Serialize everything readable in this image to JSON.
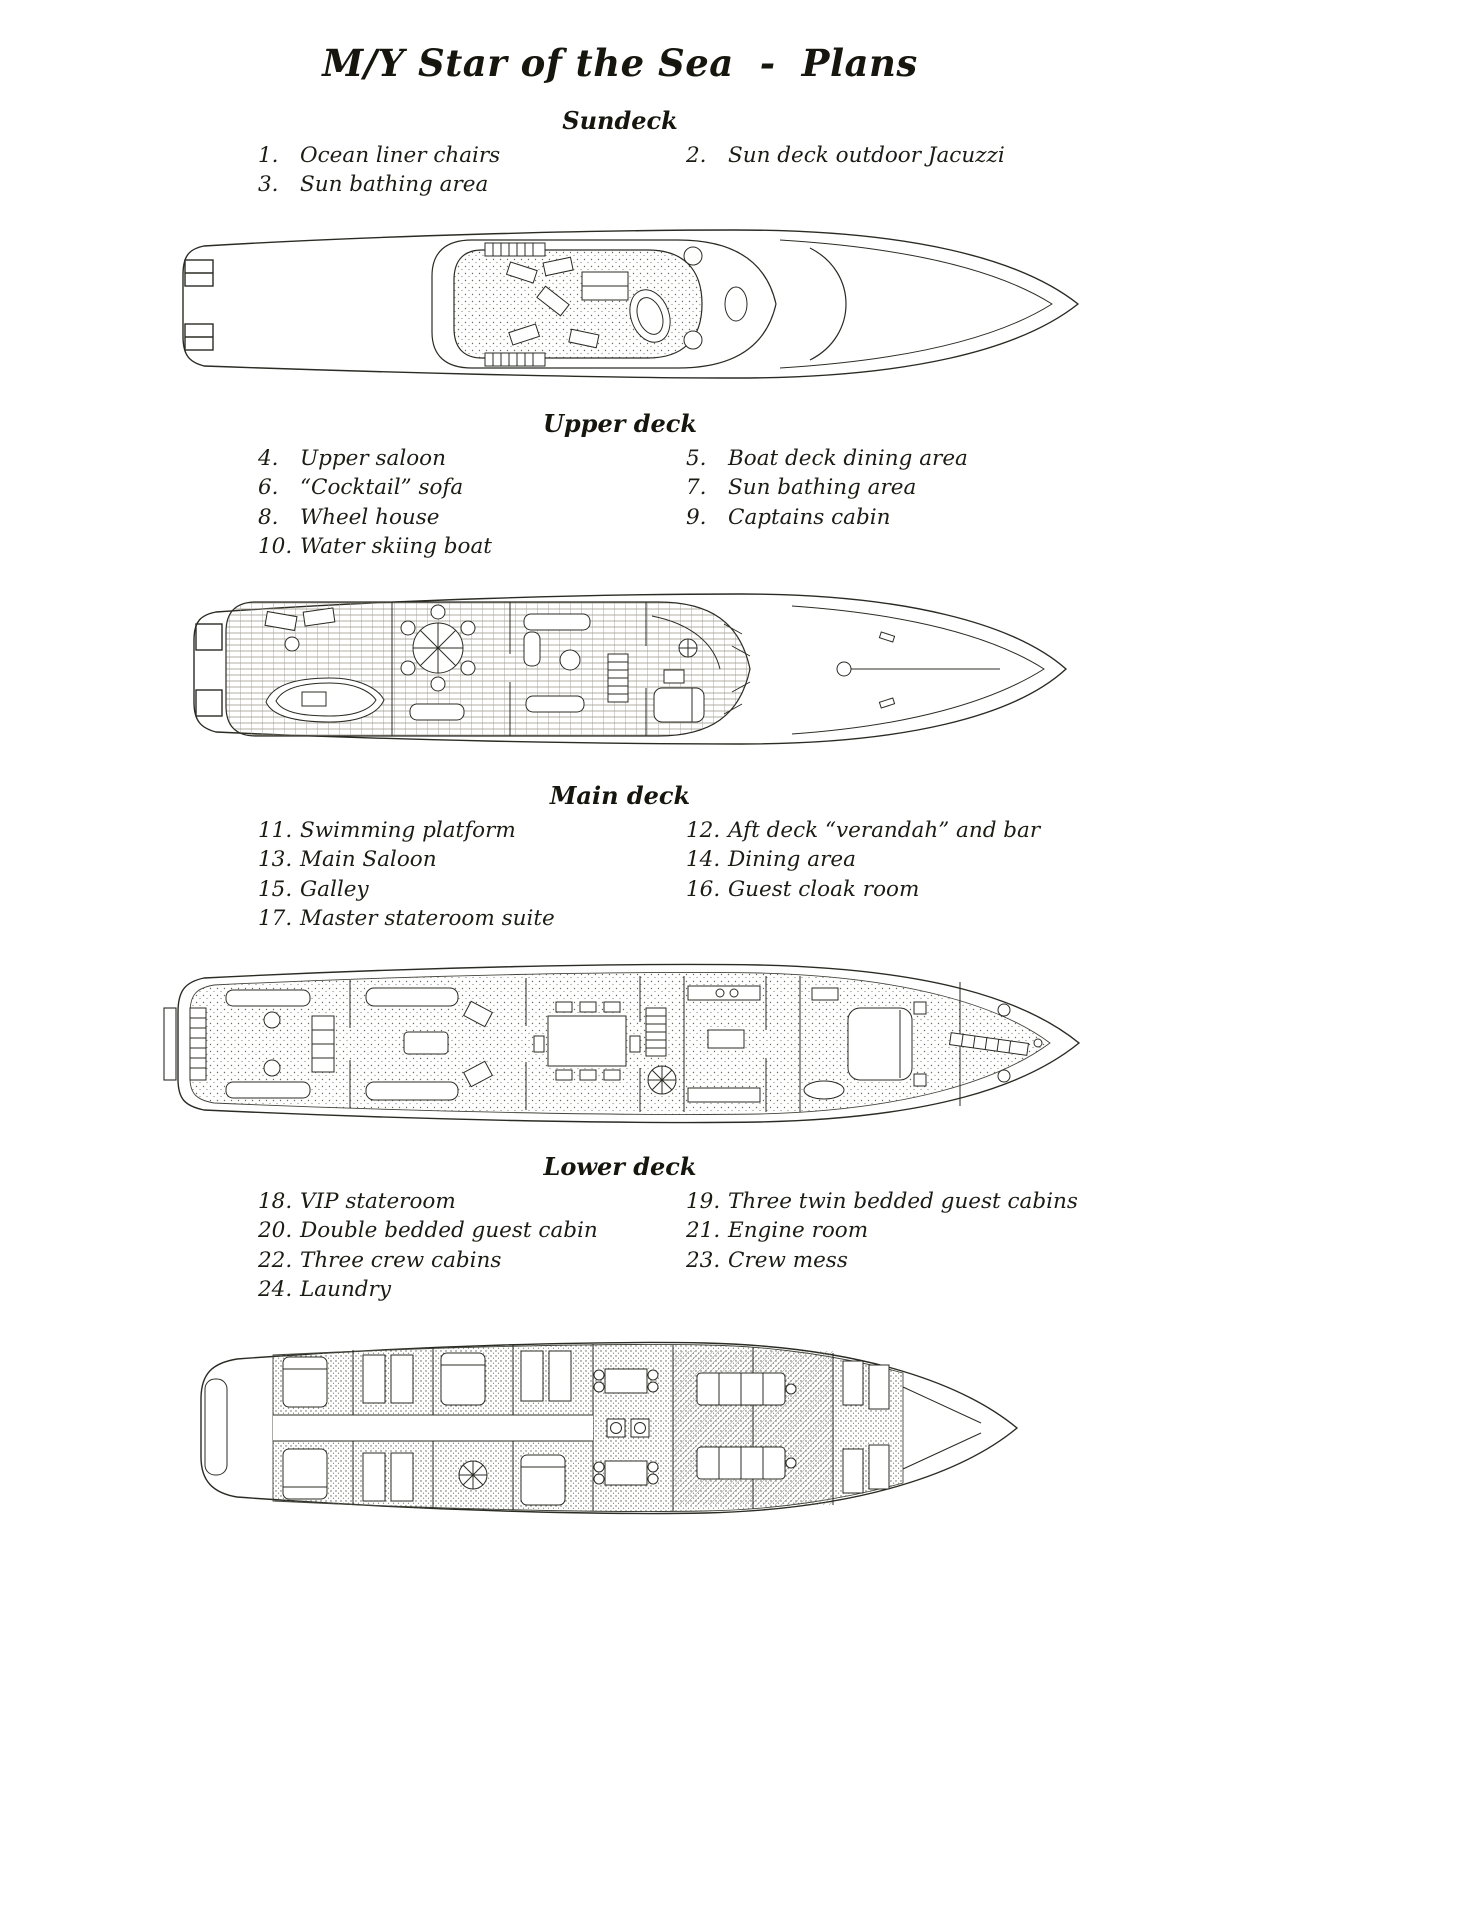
{
  "title": {
    "main": "M/Y Star of the Sea",
    "dash": "-",
    "suffix": "Plans"
  },
  "sections": [
    {
      "heading": "Sundeck",
      "legend": {
        "left": [
          {
            "num": "1.",
            "label": "Ocean liner chairs"
          },
          {
            "num": "3.",
            "label": "Sun bathing area"
          }
        ],
        "right": [
          {
            "num": "2.",
            "label": "Sun deck outdoor Jacuzzi"
          }
        ]
      }
    },
    {
      "heading": "Upper deck",
      "legend": {
        "left": [
          {
            "num": "4.",
            "label": "Upper saloon"
          },
          {
            "num": "6.",
            "label": "“Cocktail” sofa"
          },
          {
            "num": "8.",
            "label": "Wheel house"
          },
          {
            "num": "10.",
            "label": "Water skiing boat"
          }
        ],
        "right": [
          {
            "num": "5.",
            "label": "Boat deck dining area"
          },
          {
            "num": "7.",
            "label": "Sun bathing area"
          },
          {
            "num": "9.",
            "label": "Captains cabin"
          }
        ]
      }
    },
    {
      "heading": "Main deck",
      "legend": {
        "left": [
          {
            "num": "11.",
            "label": "Swimming platform"
          },
          {
            "num": "13.",
            "label": "Main Saloon"
          },
          {
            "num": "15.",
            "label": "Galley"
          },
          {
            "num": "17.",
            "label": "Master stateroom suite"
          }
        ],
        "right": [
          {
            "num": "12.",
            "label": "Aft deck “verandah” and bar"
          },
          {
            "num": "14.",
            "label": "Dining area"
          },
          {
            "num": "16.",
            "label": "Guest cloak room"
          }
        ]
      }
    },
    {
      "heading": "Lower deck",
      "legend": {
        "left": [
          {
            "num": "18.",
            "label": "VIP stateroom"
          },
          {
            "num": "20.",
            "label": "Double bedded guest cabin"
          },
          {
            "num": "22.",
            "label": "Three crew cabins"
          },
          {
            "num": "24.",
            "label": "Laundry"
          }
        ],
        "right": [
          {
            "num": "19.",
            "label": "Three twin bedded guest cabins"
          },
          {
            "num": "21.",
            "label": "Engine room"
          },
          {
            "num": "23.",
            "label": "Crew mess"
          }
        ]
      }
    }
  ],
  "colors": {
    "ink": "#1a1a14",
    "paper": "#ffffff"
  }
}
